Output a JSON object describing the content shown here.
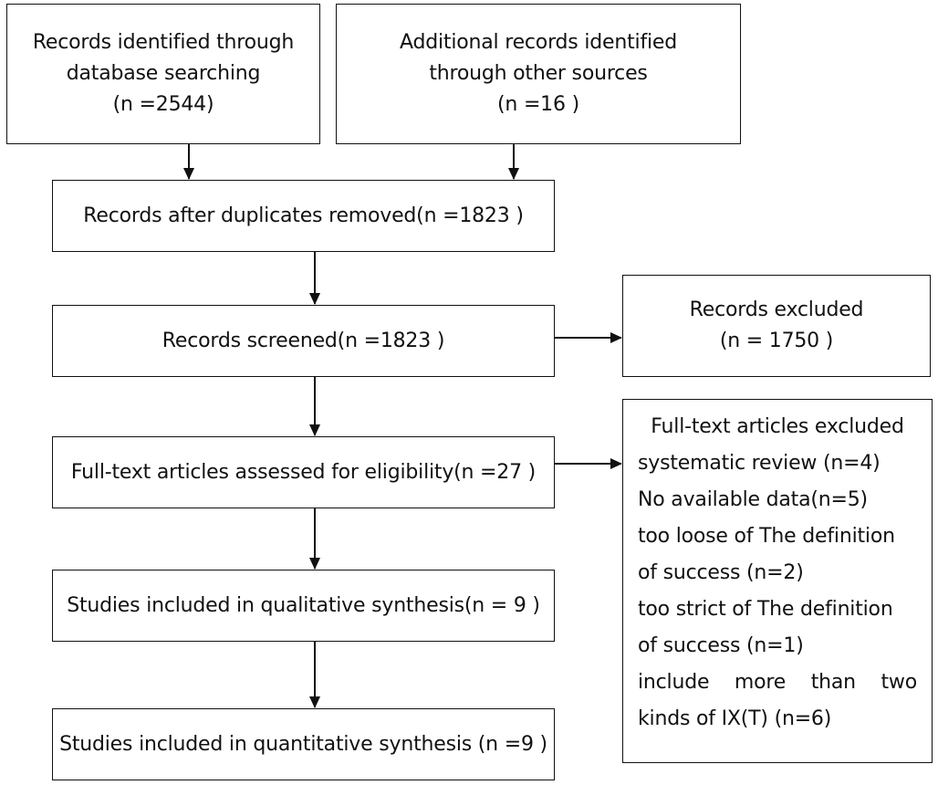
{
  "boxes": {
    "database": {
      "lines": [
        "Records identified through",
        "database searching",
        "(n =2544)"
      ]
    },
    "other_sources": {
      "lines": [
        "Additional records identified",
        "through other sources",
        "(n =16 )"
      ]
    },
    "duplicates_removed": {
      "text": "Records after duplicates removed(n =1823 )"
    },
    "screened": {
      "text": "Records screened(n =1823 )"
    },
    "excluded": {
      "lines": [
        "Records excluded",
        "(n = 1750 )"
      ]
    },
    "full_text_assessed": {
      "text": "Full-text articles assessed for eligibility(n =27 )"
    },
    "full_text_excluded": {
      "title": "Full-text articles excluded",
      "reasons": [
        "systematic review (n=4)",
        "No available data(n=5)",
        "too loose of The definition",
        "of success (n=2)",
        "too strict of The definition",
        "of success (n=1)"
      ],
      "justified_line": [
        "include",
        "more",
        "than",
        "two"
      ],
      "last_line": "kinds of IX(T) (n=6)"
    },
    "qualitative": {
      "text": "Studies included in qualitative synthesis(n = 9 )"
    },
    "quantitative": {
      "text": "Studies included in quantitative synthesis (n =9 )"
    }
  },
  "colors": {
    "line": "#111111",
    "background": "#ffffff"
  }
}
